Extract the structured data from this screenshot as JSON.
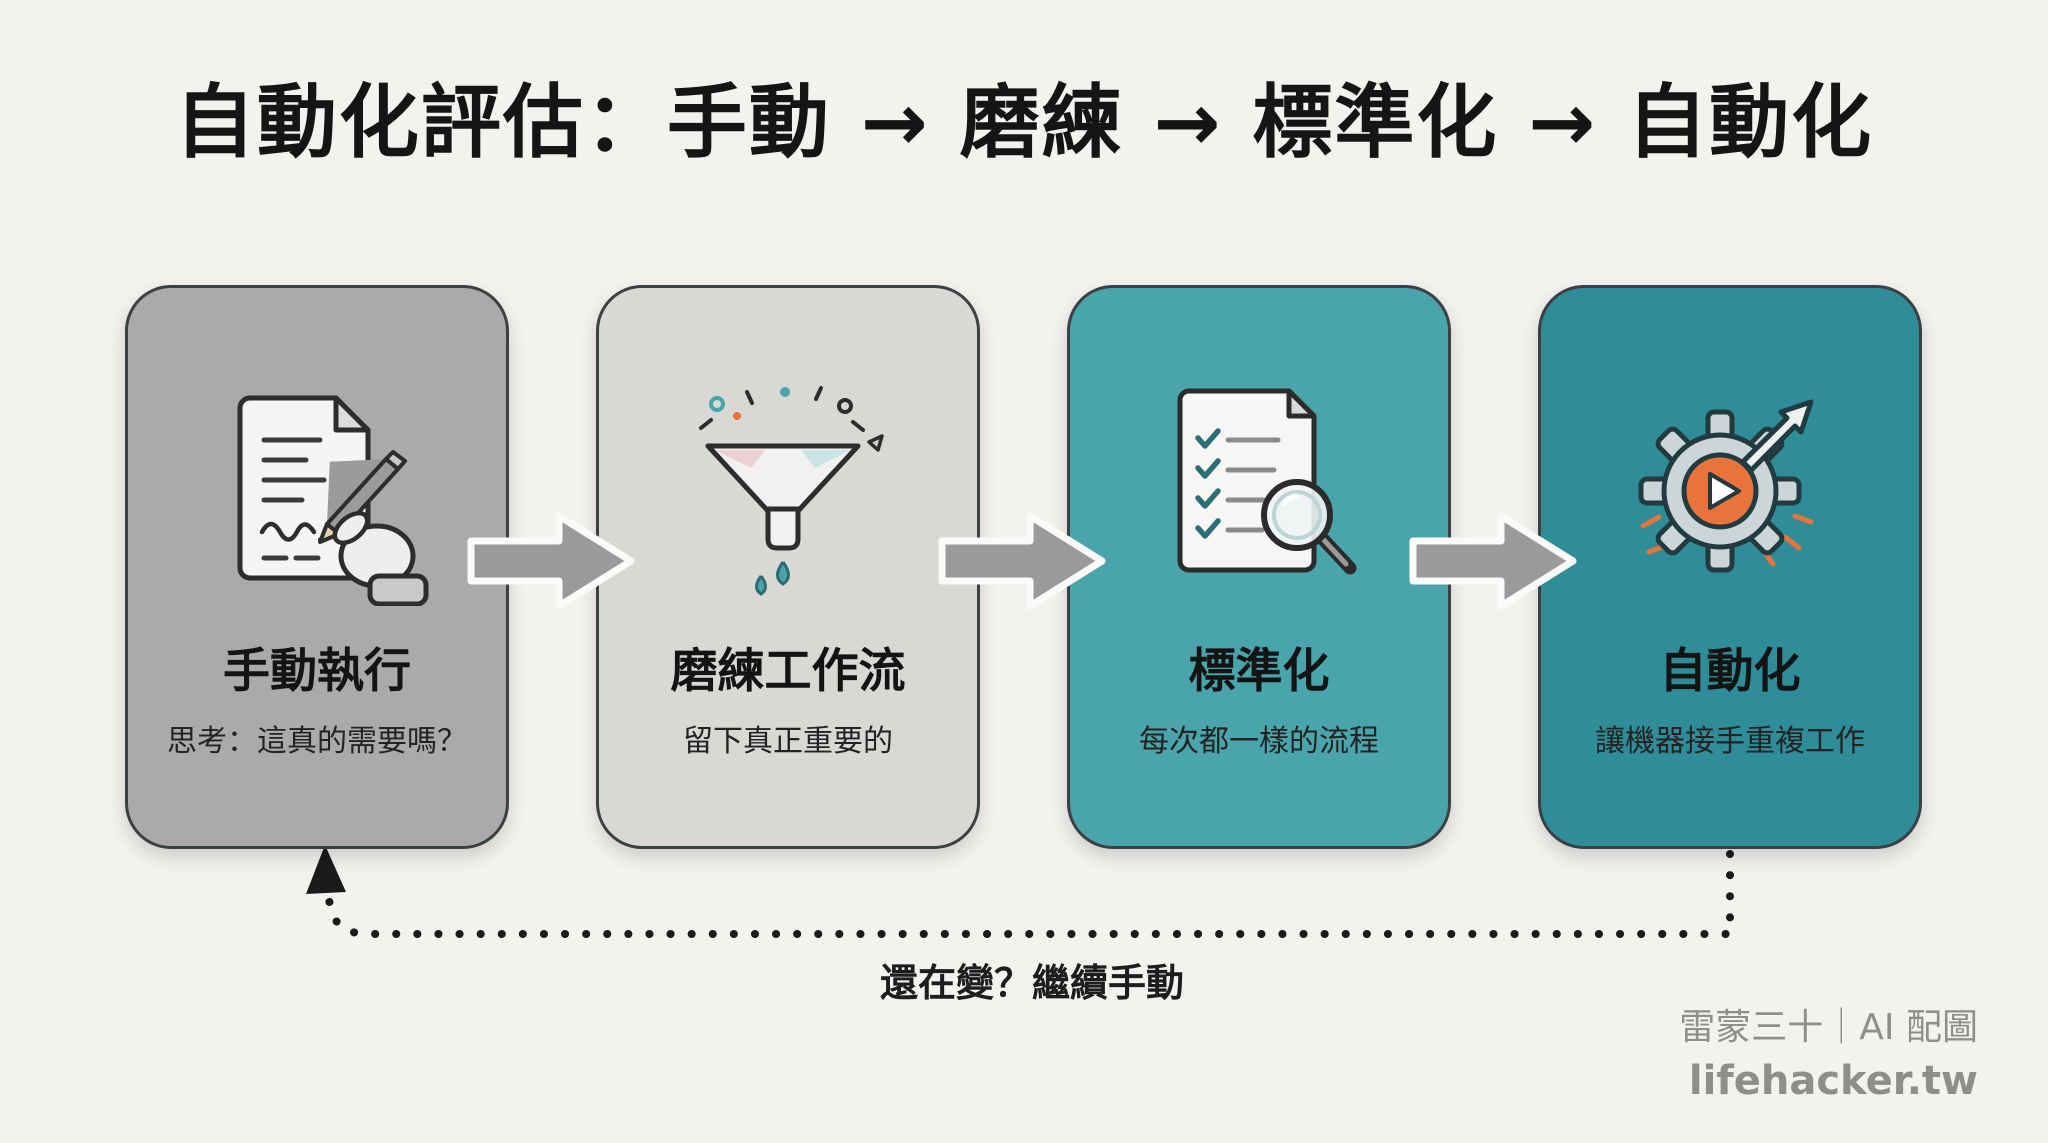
{
  "title": "自動化評估：手動 → 磨練 → 標準化 → 自動化",
  "steps": [
    {
      "title": "手動執行",
      "subtitle": "思考：這真的需要嗎？",
      "icon": "hand-writing-document-icon",
      "color": "#abaaa8"
    },
    {
      "title": "磨練工作流",
      "subtitle": "留下真正重要的",
      "icon": "funnel-icon",
      "color": "#d9d8d5"
    },
    {
      "title": "標準化",
      "subtitle": "每次都一樣的流程",
      "icon": "checklist-magnifier-icon",
      "color": "#4aa4ab"
    },
    {
      "title": "自動化",
      "subtitle": "讓機器接手重複工作",
      "icon": "gear-play-arrow-icon",
      "color": "#2e8d99"
    }
  ],
  "feedback_loop": {
    "label": "還在變？繼續手動"
  },
  "watermark": {
    "line1": "雷蒙三十｜AI 配圖",
    "line2": "lifehacker.tw"
  },
  "colors": {
    "background": "#f4f2ef",
    "arrow": "#9a9a98",
    "accent_orange": "#e8743b",
    "accent_teal": "#4aa4ab",
    "loop_line": "#1b1b1b",
    "text": "#151515"
  }
}
